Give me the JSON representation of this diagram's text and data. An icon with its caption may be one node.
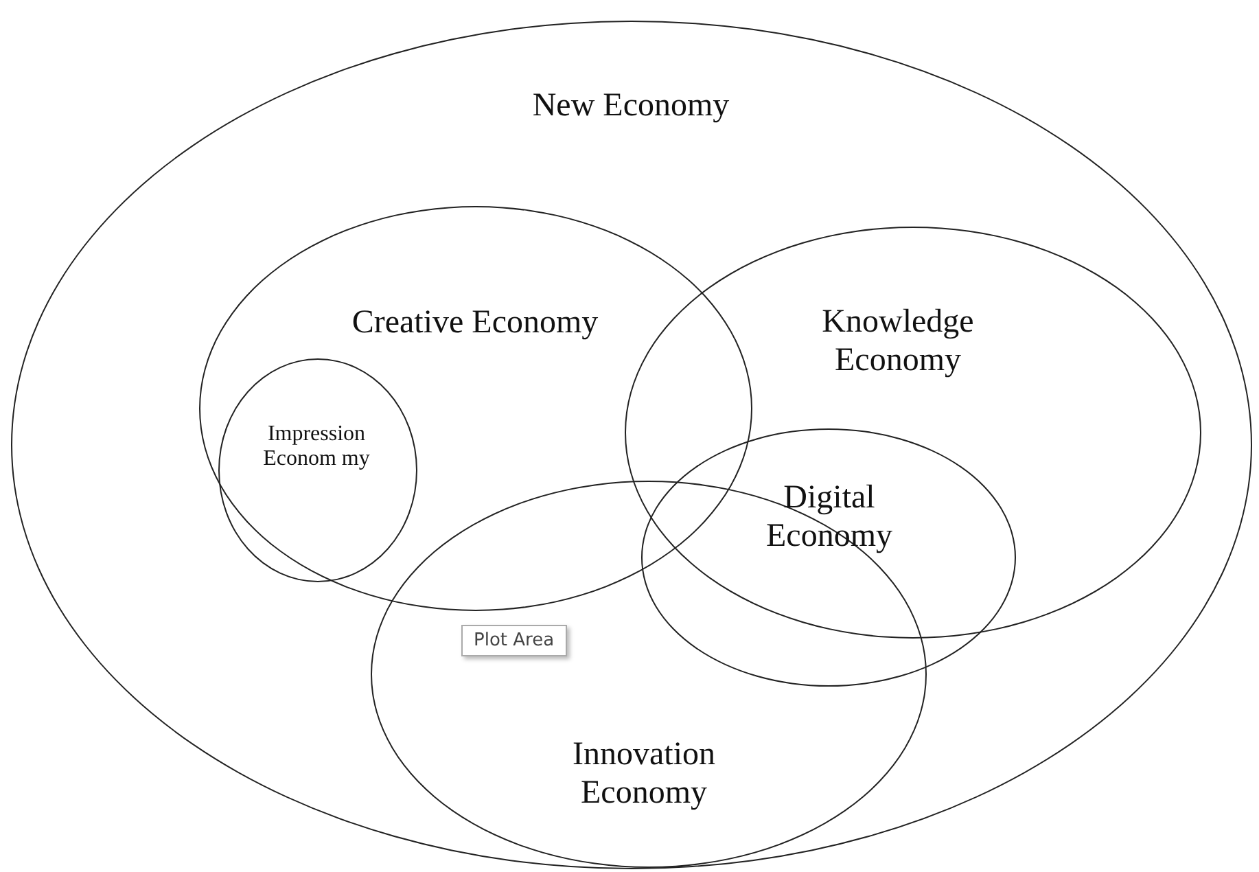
{
  "diagram": {
    "nodes": [
      {
        "text": [
          "New Economy"
        ]
      },
      {
        "text": [
          "Creative Economy"
        ],
        "in": 0
      },
      {
        "text": [
          "Impression Econom my"
        ],
        "in": 1
      },
      {
        "text": [
          "Knowledge Economy"
        ],
        "in": 0
      },
      {
        "text": [
          "Digital Economy"
        ],
        "in": 0
      },
      {
        "text": [
          "Innovation Economy"
        ],
        "in": 0
      }
    ],
    "edges": [],
    "labels": [
      "Plot Area"
    ]
  }
}
